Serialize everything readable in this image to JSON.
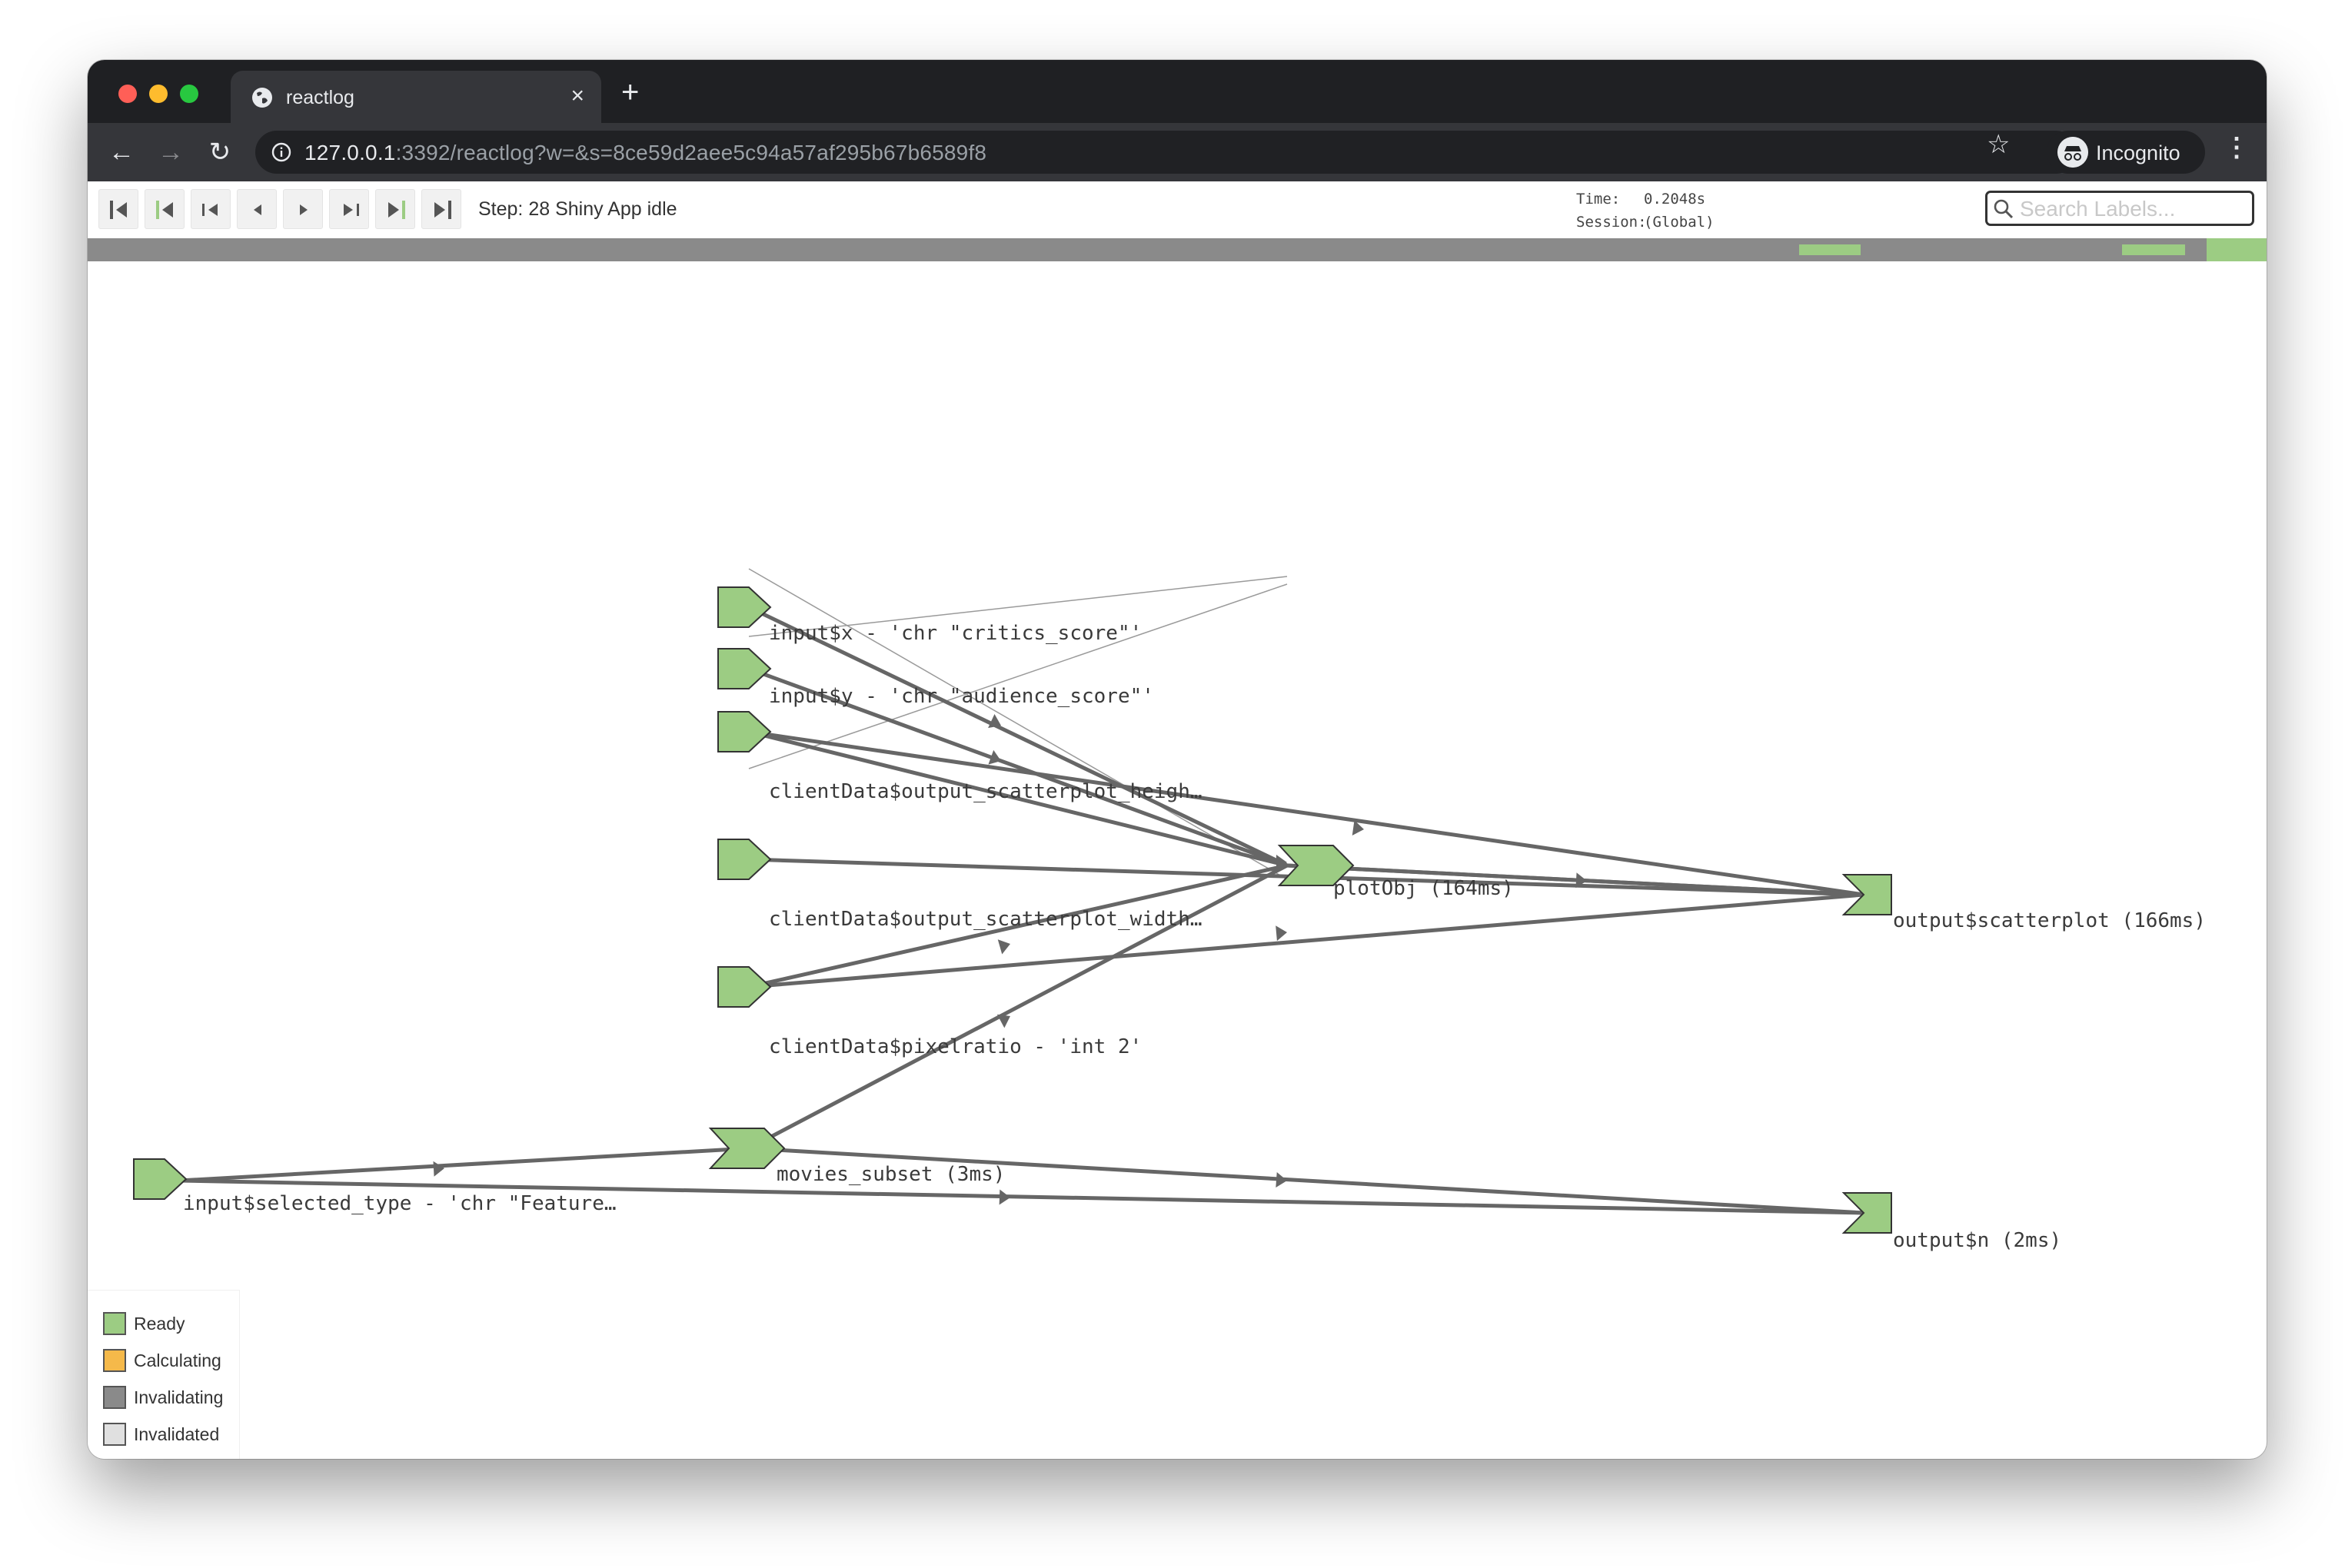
{
  "browser": {
    "tab_title": "reactlog",
    "url_host": "127.0.0.1",
    "url_rest": ":3392/reactlog?w=&s=8ce59d2aee5c94a57af295b67b6589f8",
    "profile": "Incognito"
  },
  "reactlog": {
    "step_text": "Step: 28  Shiny App idle",
    "time_label": "Time:",
    "time_value": "0.2048s",
    "session_label": "Session:",
    "session_value": "(Global)",
    "search_placeholder": "Search Labels..."
  },
  "graph": {
    "nodes": [
      {
        "id": "x",
        "label": "input$x - 'chr \"critics_score\"'",
        "kind": "value"
      },
      {
        "id": "y",
        "label": "input$y - 'chr \"audience_score\"'",
        "kind": "value"
      },
      {
        "id": "h",
        "label": "clientData$output_scatterplot_heigh…",
        "kind": "value"
      },
      {
        "id": "w",
        "label": "clientData$output_scatterplot_width…",
        "kind": "value"
      },
      {
        "id": "pr",
        "label": "clientData$pixelratio - 'int 2'",
        "kind": "value"
      },
      {
        "id": "st",
        "label": "input$selected_type - 'chr \"Feature…",
        "kind": "value"
      },
      {
        "id": "ms",
        "label": "movies_subset (3ms)",
        "kind": "reactive"
      },
      {
        "id": "po",
        "label": "plotObj (164ms)",
        "kind": "reactive"
      },
      {
        "id": "os",
        "label": "output$scatterplot (166ms)",
        "kind": "observer"
      },
      {
        "id": "on",
        "label": "output$n (2ms)",
        "kind": "observer"
      }
    ],
    "colors": {
      "ready": "#9ccc83",
      "edge": "#666666"
    }
  },
  "legend": [
    {
      "label": "Ready",
      "color": "#9ccc83"
    },
    {
      "label": "Calculating",
      "color": "#f5b94a"
    },
    {
      "label": "Invalidating",
      "color": "#8a8a8a"
    },
    {
      "label": "Invalidated",
      "color": "#e0e0e0"
    }
  ]
}
